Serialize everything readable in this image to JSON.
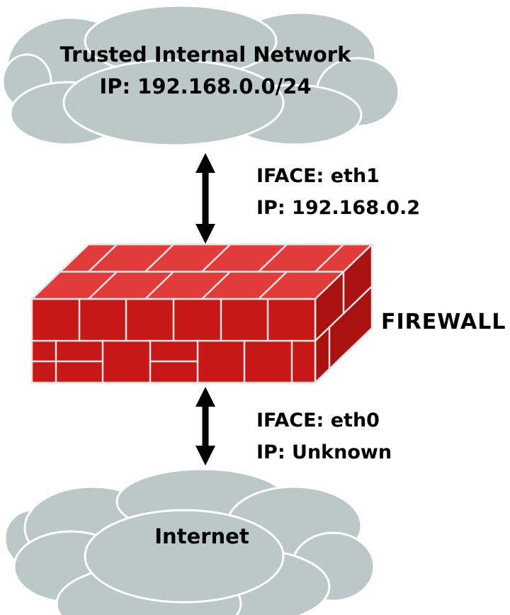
{
  "diagram": {
    "internal_network": {
      "name": "Trusted Internal Network",
      "ip": "IP: 192.168.0.0/24"
    },
    "upper_interface": {
      "iface": "IFACE: eth1",
      "ip": "IP: 192.168.0.2"
    },
    "firewall": {
      "label": "FIREWALL"
    },
    "lower_interface": {
      "iface": "IFACE: eth0",
      "ip": "IP: Unknown"
    },
    "internet": {
      "name": "Internet"
    }
  },
  "colors": {
    "background": "#ffffff",
    "cloud_fill": "#bcc8c8",
    "cloud_stroke": "#ffffff",
    "arrow": "#000000",
    "text": "#000000",
    "brick_top": "#e23b3b",
    "brick_front": "#c81717",
    "brick_side": "#aa1212",
    "mortar": "#e3e3e3"
  }
}
